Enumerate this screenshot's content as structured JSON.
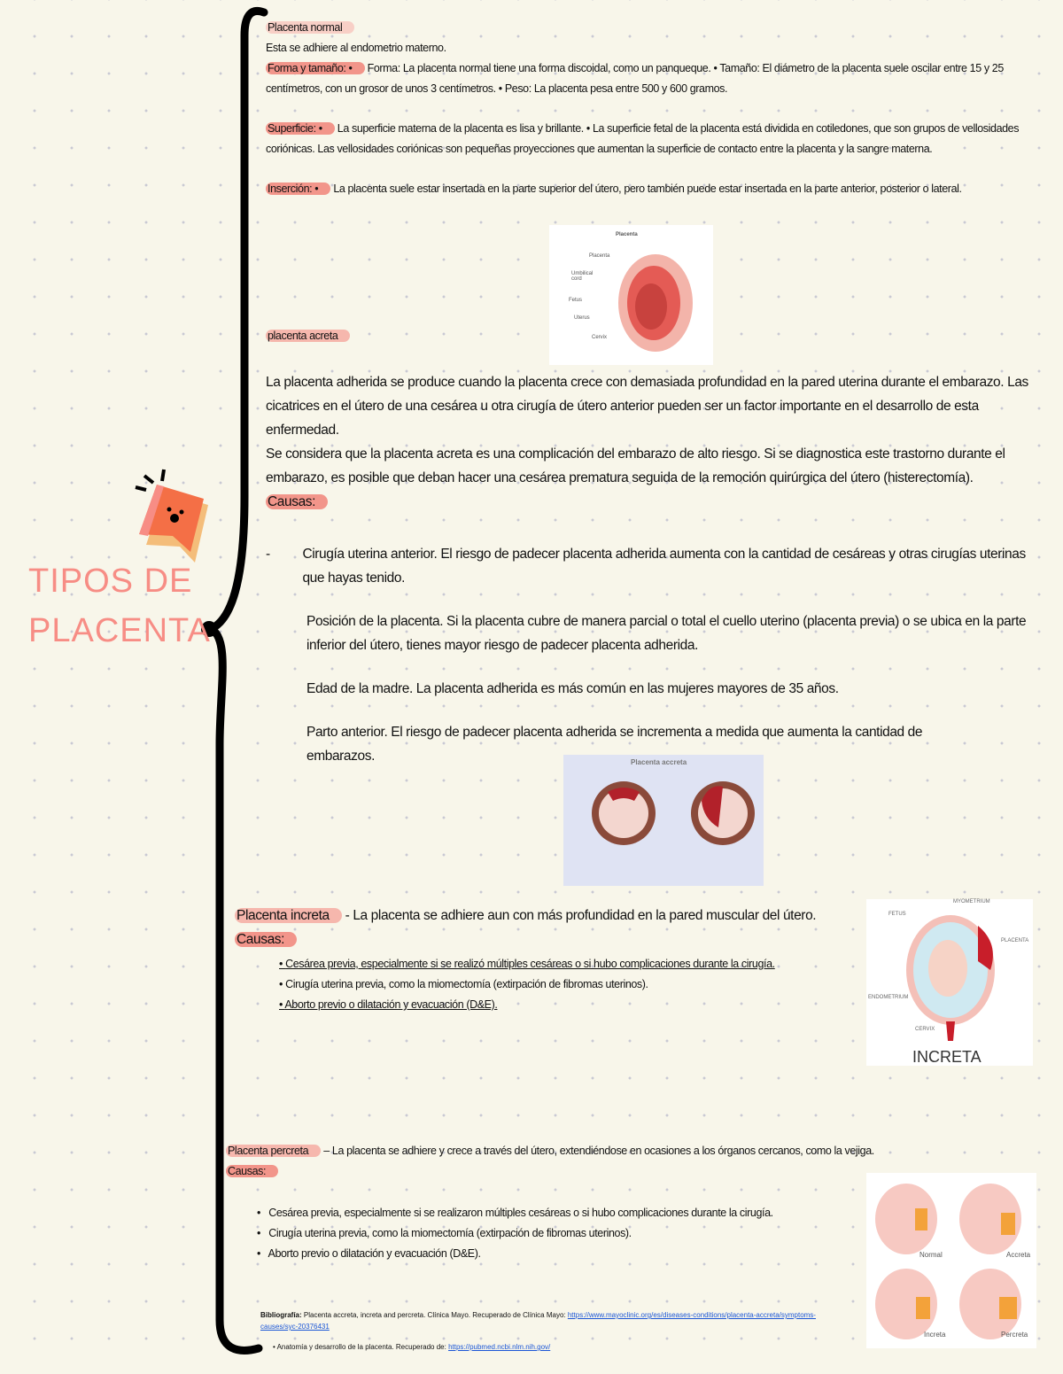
{
  "title": {
    "line1": "TIPOS DE",
    "line2": "PLACENTA"
  },
  "colors": {
    "accent": "#f78d85",
    "highlight": "#f2958a",
    "background": "#f8f6ea",
    "link": "#1b56d6"
  },
  "normal": {
    "heading": "Placenta normal",
    "intro": "Esta se adhiere al endometrio materno.",
    "forma_label": "Forma y tamaño: •",
    "forma_text": "Forma: La placenta normal tiene una forma discoidal, como un panqueque. •     Tamaño: El diámetro de la placenta suele oscilar entre 15 y 25 centímetros, con un grosor de unos 3 centímetros. •     Peso: La placenta pesa entre 500 y 600 gramos.",
    "superficie_label": "Superficie: •",
    "superficie_text": "La superficie materna de la placenta es lisa y brillante. •       La superficie fetal de la placenta está dividida en cotiledones, que son grupos de vellosidades coriónicas. Las vellosidades coriónicas son pequeñas proyecciones que aumentan la superficie de contacto entre la placenta y la sangre materna.",
    "insercion_label": "Inserción: •",
    "insercion_text": "La placenta suele estar insertada en la parte superior del útero, pero también puede estar insertada en la parte anterior, posterior o lateral.",
    "image": {
      "title": "Placenta",
      "labels": [
        "Placenta",
        "Umbilical cord",
        "Fetus",
        "Uterus",
        "Cervix"
      ]
    }
  },
  "accreta": {
    "heading": "placenta acreta",
    "p1": "La placenta adherida se produce cuando la placenta crece con demasiada profundidad en la pared uterina durante el embarazo. Las cicatrices en el útero de una cesárea u otra cirugía de útero anterior pueden ser un factor importante en el desarrollo de esta enfermedad.",
    "p2": "Se considera que la placenta acreta es una complicación del embarazo de alto riesgo. Si se diagnostica este trastorno durante el embarazo, es posible que deban hacer una cesárea prematura seguida de la remoción quirúrgica del útero (histerectomía).",
    "causas_label": "Causas:",
    "causas": [
      "Cirugía uterina anterior. El riesgo de padecer placenta adherida aumenta con la cantidad de cesáreas y otras cirugías uterinas que hayas tenido.",
      "Posición de la placenta. Si la placenta cubre de manera parcial o total el cuello uterino (placenta previa) o se ubica en la parte inferior del útero, tienes mayor riesgo de padecer placenta adherida.",
      "Edad de la madre. La placenta adherida es más común en las mujeres mayores de 35 años.",
      "Parto anterior. El riesgo de padecer placenta adherida se incrementa a medida que aumenta la cantidad de embarazos."
    ],
    "image": {
      "title": "Placenta accreta"
    }
  },
  "increta": {
    "heading": "Placenta increta",
    "text": "- La placenta se adhiere aun con más profundidad en la pared muscular del útero.",
    "causas_label": "Causas:",
    "causas": [
      "Cesárea previa, especialmente si se realizó múltiples cesáreas o si hubo complicaciones durante la cirugía.",
      "Cirugía uterina previa, como la miomectomía (extirpación de fibromas uterinos).",
      "Aborto previo o dilatación y evacuación (D&E)."
    ],
    "image": {
      "title": "INCRETA",
      "labels": [
        "FETUS",
        "MYOMETRIUM",
        "PLACENTA",
        "ENDOMETRIUM",
        "CERVIX"
      ]
    }
  },
  "percreta": {
    "heading": "Placenta percreta",
    "text": "– La placenta se adhiere y crece a través del útero, extendiéndose en ocasiones a los órganos cercanos, como la vejiga.",
    "causas_label": "Causas:",
    "causas": [
      "Cesárea previa, especialmente si se realizaron múltiples cesáreas o si hubo complicaciones durante la cirugía.",
      "Cirugía uterina previa, como la miomectomía (extirpación de fibromas uterinos).",
      "Aborto previo o dilatación y evacuación (D&E)."
    ],
    "image": {
      "labels": [
        "Normal",
        "Accreta",
        "Increta",
        "Percreta"
      ]
    }
  },
  "bibliography": {
    "label": "Bibliografía:",
    "ref1": "Placenta accreta, increta and percreta. Clínica Mayo. Recuperado de Clínica Mayo:",
    "link1": "https://www.mayoclinic.org/es/diseases-conditions/placenta-accreta/symptoms-causes/syc-20376431",
    "ref2": "Anatomía y desarrollo de la placenta. Recuperado de:",
    "link2": "https://pubmed.ncbi.nlm.nih.gov/"
  }
}
